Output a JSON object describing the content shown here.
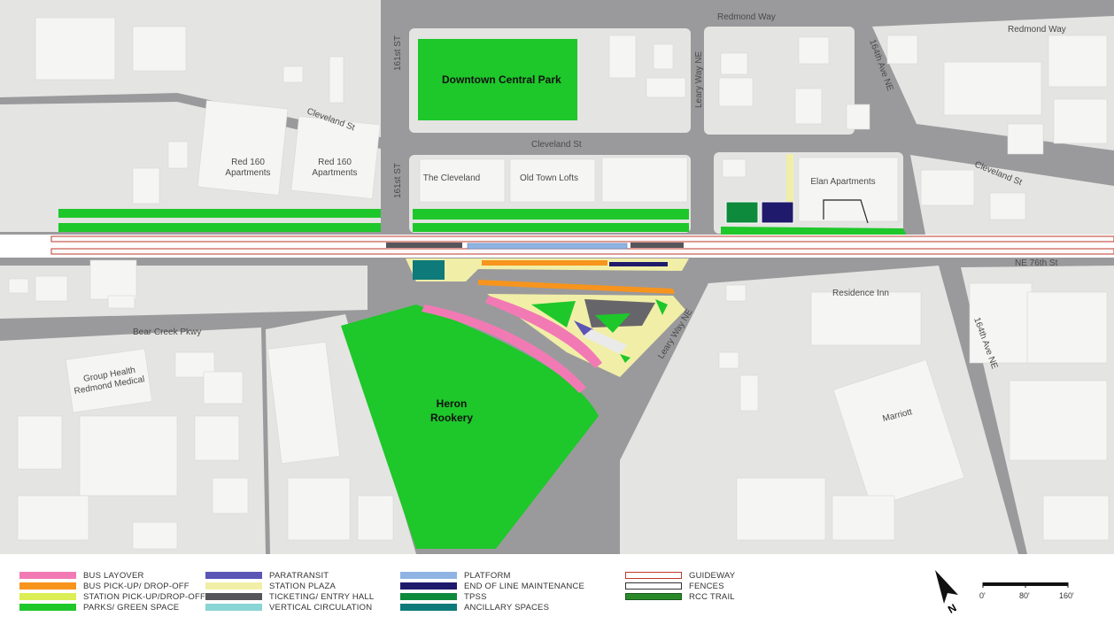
{
  "map": {
    "streets": {
      "redmond_way_1": "Redmond Way",
      "redmond_way_2": "Redmond Way",
      "cleveland_st_1": "Cleveland St",
      "cleveland_st_2": "Cleveland St",
      "cleveland_st_3": "Cleveland St",
      "st_161_north": "161st ST",
      "st_161_south": "161st ST",
      "leary_way_north": "Leary Way NE",
      "leary_way_south": "Leary Way NE",
      "ave_164_north": "164th Ave NE",
      "ave_164_south": "164th Ave NE",
      "ne_76th": "NE 76th St",
      "bear_creek": "Bear Creek Pkwy"
    },
    "places": {
      "downtown_park": "Downtown Central Park",
      "heron_rookery_1": "Heron",
      "heron_rookery_2": "Rookery",
      "red160_a_1": "Red 160",
      "red160_a_2": "Apartments",
      "red160_b_1": "Red 160",
      "red160_b_2": "Apartments",
      "the_cleveland": "The Cleveland",
      "old_town_lofts": "Old Town Lofts",
      "elan": "Elan Apartments",
      "residence_inn": "Residence Inn",
      "marriott": "Marriott",
      "group_health_1": "Group Health",
      "group_health_2": "Redmond Medical"
    },
    "colors": {
      "road": "#9a9a9c",
      "block": "#e4e4e2",
      "building": "#f5f5f3",
      "green": "#1ec72a"
    }
  },
  "legend": {
    "columns": [
      [
        {
          "label": "BUS LAYOVER",
          "color": "#f27ab4",
          "style": "solid"
        },
        {
          "label": "BUS PICK-UP/ DROP-OFF",
          "color": "#f7941d",
          "style": "solid"
        },
        {
          "label": "STATION PICK-UP/DROP-OFF",
          "color": "#dcee55",
          "style": "solid"
        },
        {
          "label": "PARKS/ GREEN SPACE",
          "color": "#1ec72a",
          "style": "solid"
        }
      ],
      [
        {
          "label": "PARATRANSIT",
          "color": "#5b55b5",
          "style": "solid"
        },
        {
          "label": "STATION PLAZA",
          "color": "#f1efa7",
          "style": "solid"
        },
        {
          "label": "TICKETING/ ENTRY HALL",
          "color": "#55555a",
          "style": "solid"
        },
        {
          "label": "VERTICAL CIRCULATION",
          "color": "#89d4d4",
          "style": "solid"
        }
      ],
      [
        {
          "label": "PLATFORM",
          "color": "#8fb4e3",
          "style": "solid"
        },
        {
          "label": "END OF LINE MAINTENANCE",
          "color": "#1f1a6b",
          "style": "solid"
        },
        {
          "label": "TPSS",
          "color": "#0e8a3c",
          "style": "solid"
        },
        {
          "label": "ANCILLARY SPACES",
          "color": "#0e7a7a",
          "style": "solid"
        }
      ],
      [
        {
          "label": "GUIDEWAY",
          "color": "#c0392b",
          "style": "guideway"
        },
        {
          "label": "FENCES",
          "color": "#333333",
          "style": "fence"
        },
        {
          "label": "RCC TRAIL",
          "color": "#2a8a2a",
          "style": "trail"
        }
      ]
    ]
  },
  "compass": {
    "label": "N"
  },
  "scale_bar": {
    "ticks": [
      "0'",
      "80'",
      "160'"
    ]
  }
}
